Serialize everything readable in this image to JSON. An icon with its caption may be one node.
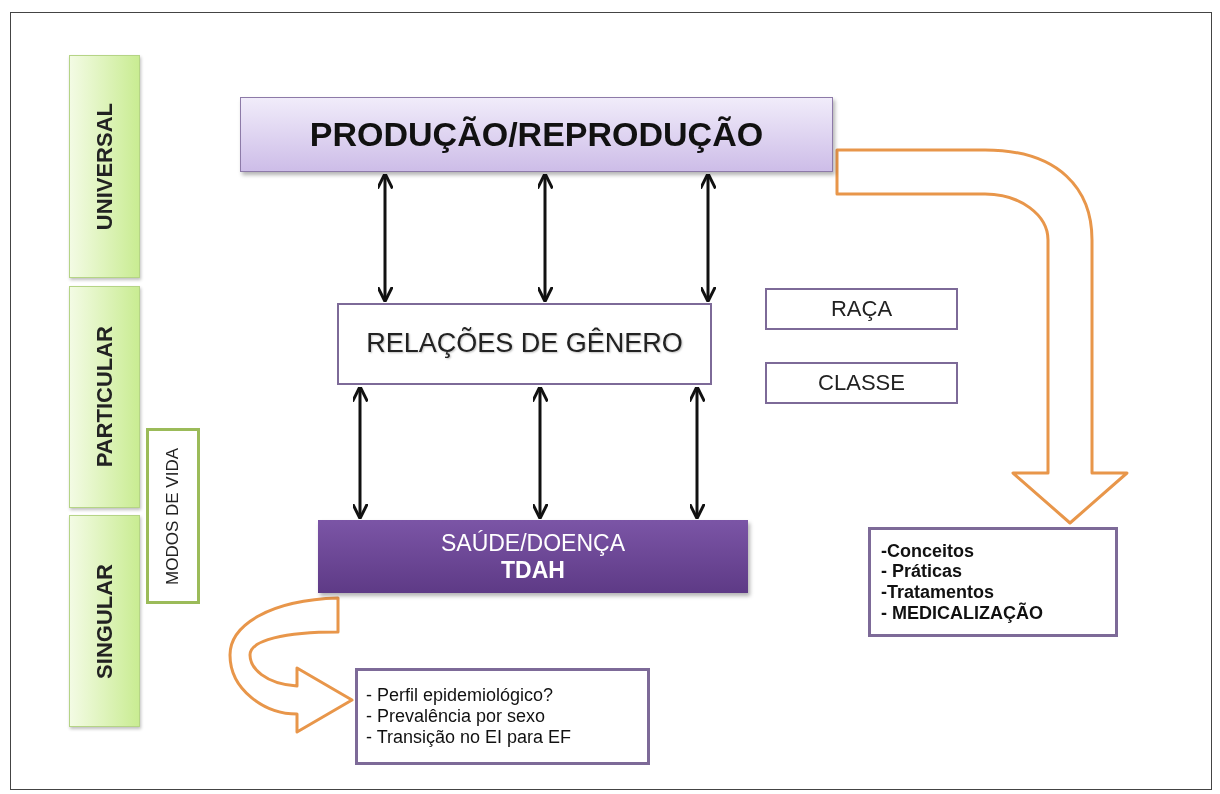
{
  "diagram": {
    "nodes": [
      {
        "text": [
          "UNIVERSAL"
        ]
      },
      {
        "text": [
          "PARTICULAR"
        ]
      },
      {
        "text": [
          "SINGULAR"
        ]
      },
      {
        "text": [
          "MODOS DE VIDA"
        ]
      },
      {
        "text": [
          "PRODUÇÃO/REPRODUÇÃO"
        ]
      },
      {
        "text": [
          "RELAÇÕES DE GÊNERO"
        ]
      },
      {
        "text": [
          "RAÇA"
        ]
      },
      {
        "text": [
          "CLASSE"
        ]
      },
      {
        "text": [
          "SAÚDE/DOENÇA",
          "TDAH"
        ]
      },
      {
        "text": [
          "-Conceitos",
          "- Práticas",
          "-Tratamentos",
          "- MEDICALIZAÇÃO"
        ]
      },
      {
        "text": [
          "- Perfil epidemiológico?",
          "- Prevalência por sexo",
          "- Transição no EI para EF"
        ]
      }
    ],
    "edges": [
      {
        "from": 4,
        "to": 5,
        "arrow": "both"
      },
      {
        "from": 4,
        "to": 5,
        "arrow": "both"
      },
      {
        "from": 4,
        "to": 5,
        "arrow": "both"
      },
      {
        "from": 5,
        "to": 8,
        "arrow": "both"
      },
      {
        "from": 5,
        "to": 8,
        "arrow": "both"
      },
      {
        "from": 5,
        "to": 8,
        "arrow": "both"
      },
      {
        "from": 4,
        "to": 9,
        "arrow": "to",
        "style": "thick",
        "color": "#e8964a"
      },
      {
        "from": 8,
        "to": 10,
        "arrow": "to",
        "style": "thick",
        "color": "#e8964a"
      }
    ]
  }
}
